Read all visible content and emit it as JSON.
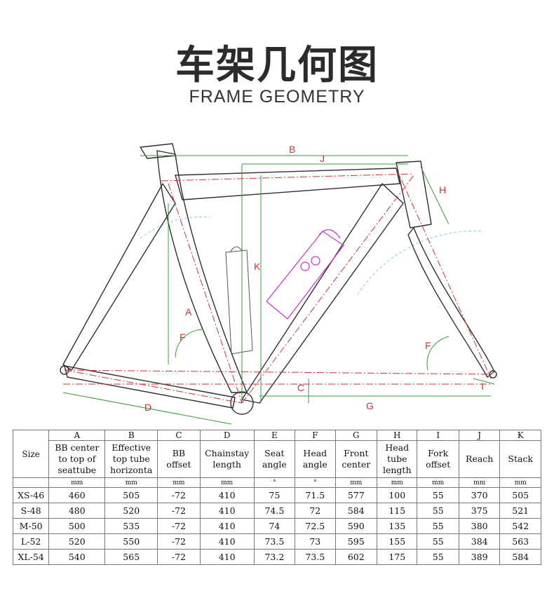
{
  "header": {
    "title_cn": "车架几何图",
    "title_en": "FRAME GEOMETRY"
  },
  "diagram": {
    "labels": [
      "B",
      "J",
      "H",
      "K",
      "A",
      "F",
      "F",
      "C",
      "D",
      "G",
      "I"
    ],
    "colors": {
      "frame": "#2f2f2f",
      "dim_green": "#3a9c3a",
      "dim_red": "#cc3333",
      "dim_blue": "#8fc9e8",
      "bottle": "#cc33cc"
    }
  },
  "table": {
    "letters": [
      "A",
      "B",
      "C",
      "D",
      "E",
      "F",
      "G",
      "H",
      "I",
      "J",
      "K"
    ],
    "size_label": "Size",
    "names": [
      [
        "BB center",
        "to top of",
        "seattube"
      ],
      [
        "Effective",
        "top tube",
        "horizonta"
      ],
      [
        "BB",
        "offset"
      ],
      [
        "Chainstay",
        "length"
      ],
      [
        "Seat",
        "angle"
      ],
      [
        "Head",
        "angle"
      ],
      [
        "Front",
        "center"
      ],
      [
        "Head",
        "tube",
        "length"
      ],
      [
        "Fork",
        "offset"
      ],
      [
        "Reach"
      ],
      [
        "Stack"
      ]
    ],
    "units": [
      "mm",
      "mm",
      "mm",
      "mm",
      "°",
      "°",
      "mm",
      "mm",
      "mm",
      "mm",
      "mm"
    ],
    "rows": [
      {
        "size": "XS-46",
        "values": [
          "460",
          "505",
          "-72",
          "410",
          "75",
          "71.5",
          "577",
          "100",
          "55",
          "370",
          "505"
        ]
      },
      {
        "size": "S-48",
        "values": [
          "480",
          "520",
          "-72",
          "410",
          "74.5",
          "72",
          "584",
          "115",
          "55",
          "375",
          "521"
        ]
      },
      {
        "size": "M-50",
        "values": [
          "500",
          "535",
          "-72",
          "410",
          "74",
          "72.5",
          "590",
          "135",
          "55",
          "380",
          "542"
        ]
      },
      {
        "size": "L-52",
        "values": [
          "520",
          "550",
          "-72",
          "410",
          "73.5",
          "73",
          "595",
          "155",
          "55",
          "384",
          "563"
        ]
      },
      {
        "size": "XL-54",
        "values": [
          "540",
          "565",
          "-72",
          "410",
          "73.2",
          "73.5",
          "602",
          "175",
          "55",
          "389",
          "584"
        ]
      }
    ]
  }
}
